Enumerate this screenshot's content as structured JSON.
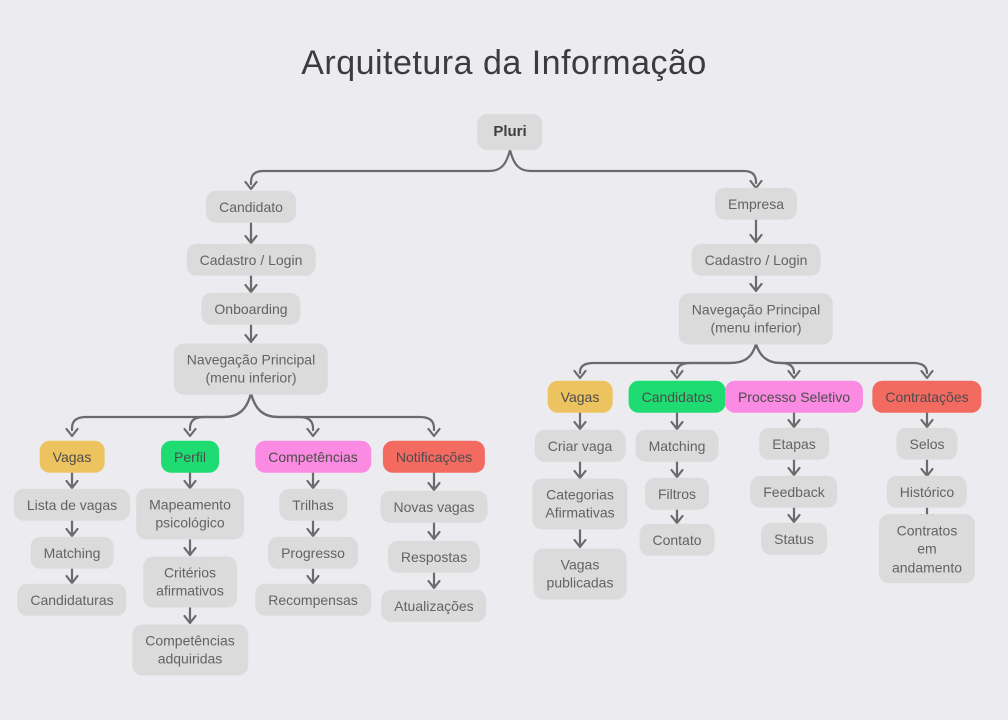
{
  "title": "Arquitetura da Informação",
  "colors": {
    "background": "#ECECF0",
    "node-gray": "#DBDBDB",
    "node-yellow": "#EDC35F",
    "node-green": "#1FDC72",
    "node-pink": "#FB8BE2",
    "node-red": "#F26A60",
    "connector": "#6B6B6B",
    "text": "#636363",
    "text-strong": "#4C4C4C",
    "title-text": "#3C3C3C"
  },
  "nodes": {
    "pluri": {
      "label": "Pluri"
    },
    "candidato": {
      "label": "Candidato"
    },
    "cadastro_login_candidato": {
      "label": "Cadastro / Login"
    },
    "onboarding": {
      "label": "Onboarding"
    },
    "nav_principal_candidato": {
      "label": "Navegação Principal\n(menu inferior)"
    },
    "vagas_candidato": {
      "label": "Vagas"
    },
    "lista_de_vagas": {
      "label": "Lista de vagas"
    },
    "matching_candidato": {
      "label": "Matching"
    },
    "candidaturas": {
      "label": "Candidaturas"
    },
    "perfil": {
      "label": "Perfil"
    },
    "mapeamento_psicologico": {
      "label": "Mapeamento\npsicológico"
    },
    "criterios_afirmativos": {
      "label": "Critérios\nafirmativos"
    },
    "competencias_adquiridas": {
      "label": "Competências\nadquiridas"
    },
    "competencias": {
      "label": "Competências"
    },
    "trilhas": {
      "label": "Trilhas"
    },
    "progresso": {
      "label": "Progresso"
    },
    "recompensas": {
      "label": "Recompensas"
    },
    "notificacoes": {
      "label": "Notificações"
    },
    "novas_vagas": {
      "label": "Novas vagas"
    },
    "respostas": {
      "label": "Respostas"
    },
    "atualizacoes": {
      "label": "Atualizações"
    },
    "empresa": {
      "label": "Empresa"
    },
    "cadastro_login_empresa": {
      "label": "Cadastro / Login"
    },
    "nav_principal_empresa": {
      "label": "Navegação Principal\n(menu inferior)"
    },
    "vagas_empresa": {
      "label": "Vagas"
    },
    "criar_vaga": {
      "label": "Criar vaga"
    },
    "categorias_afirmativas": {
      "label": "Categorias\nAfirmativas"
    },
    "vagas_publicadas": {
      "label": "Vagas\npublicadas"
    },
    "candidatos": {
      "label": "Candidatos"
    },
    "matching_empresa": {
      "label": "Matching"
    },
    "filtros": {
      "label": "Filtros"
    },
    "contato": {
      "label": "Contato"
    },
    "processo_seletivo": {
      "label": "Processo Seletivo"
    },
    "etapas": {
      "label": "Etapas"
    },
    "feedback": {
      "label": "Feedback"
    },
    "status": {
      "label": "Status"
    },
    "contratacoes": {
      "label": "Contratações"
    },
    "selos": {
      "label": "Selos"
    },
    "historico": {
      "label": "Histórico"
    },
    "contratos_em_andamento": {
      "label": "Contratos em\nandamento"
    }
  }
}
